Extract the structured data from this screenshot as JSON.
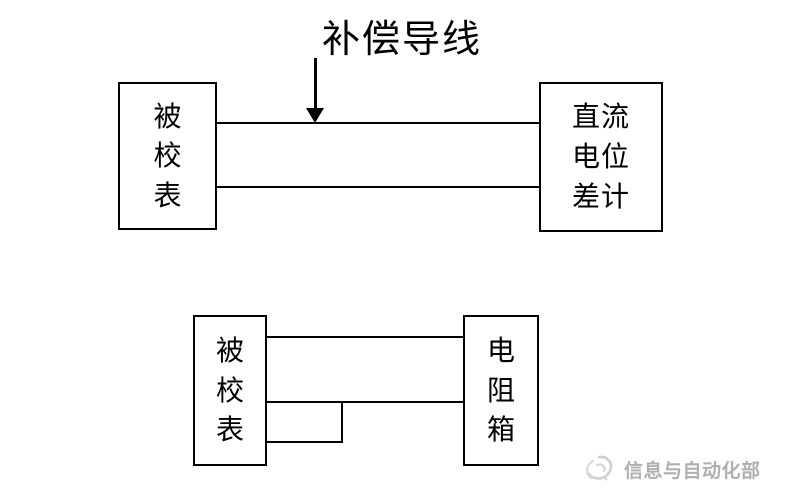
{
  "title": {
    "text": "补偿导线"
  },
  "top_diagram": {
    "left_box": {
      "label": "被校表",
      "chars": [
        "被",
        "校",
        "表"
      ]
    },
    "right_box": {
      "label": "直流电位差计",
      "rows": [
        "直流",
        "电位",
        "差计"
      ]
    },
    "wires": {
      "count": 2,
      "annotation": "补偿导线 arrow points to top wire"
    }
  },
  "bottom_diagram": {
    "left_box": {
      "label": "被校表",
      "chars": [
        "被",
        "校",
        "表"
      ]
    },
    "right_box": {
      "label": "电阻箱",
      "chars": [
        "电",
        "阻",
        "箱"
      ]
    },
    "wires": {
      "count": 2,
      "extra": "short stub loop from middle wire back to left box"
    }
  },
  "watermark": {
    "text": "信息与自动化部",
    "logo": "swirl-logo"
  },
  "colors": {
    "background": "#ffffff",
    "line": "#000000",
    "text": "#000000",
    "watermark_text": "#b0b0b0",
    "watermark_logo": "#c8c8c8"
  }
}
